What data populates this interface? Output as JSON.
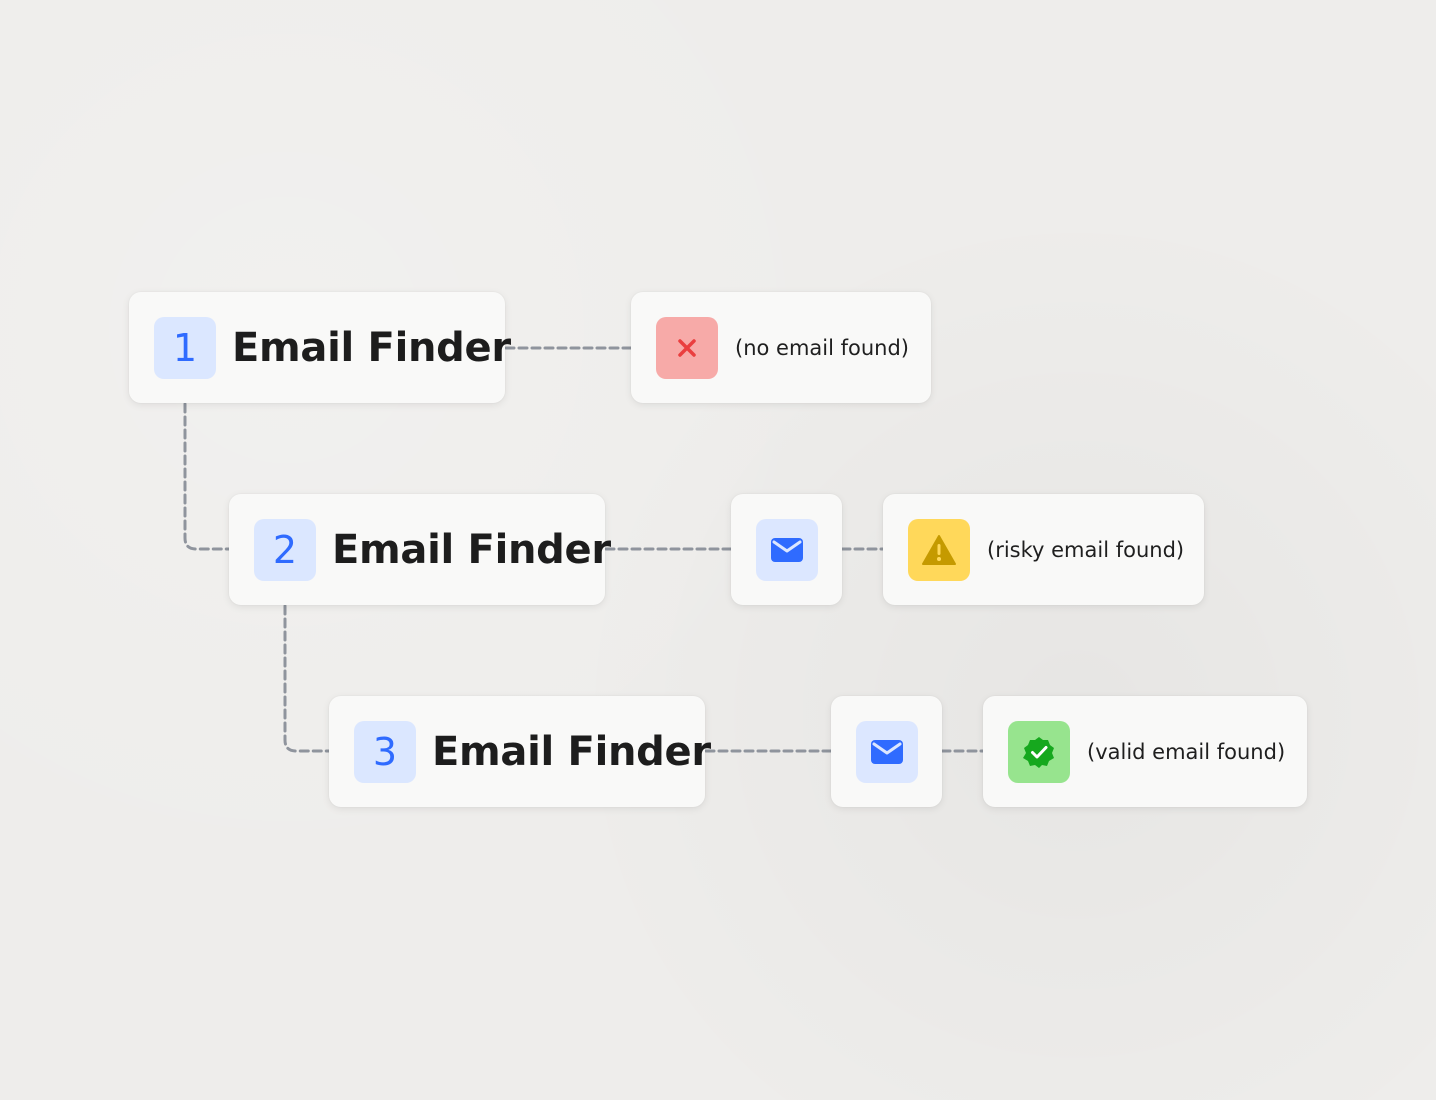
{
  "steps": [
    {
      "number": "1",
      "title": "Email Finder"
    },
    {
      "number": "2",
      "title": "Email Finder"
    },
    {
      "number": "3",
      "title": "Email Finder"
    }
  ],
  "results": [
    {
      "text": "(no email found)",
      "status": "none",
      "icon": "x-icon",
      "badge_color": "#f7aaa8",
      "icon_color": "#ea3f3f"
    },
    {
      "text": "(risky email found)",
      "status": "risky",
      "icon": "warning-icon",
      "badge_color": "#ffd85a",
      "icon_color": "#c59a00"
    },
    {
      "text": "(valid email found)",
      "status": "valid",
      "icon": "verified-check-icon",
      "badge_color": "#97e48e",
      "icon_color": "#16a81e"
    }
  ],
  "mail_icons": [
    {
      "icon": "envelope-icon",
      "badge_color": "#dce7ff",
      "icon_color": "#2f6bff"
    },
    {
      "icon": "envelope-icon",
      "badge_color": "#dce7ff",
      "icon_color": "#2f6bff"
    }
  ],
  "colors": {
    "background": "#eeedeb",
    "card": "#f9f9f8",
    "connector": "#8f949d",
    "text": "#1d1d1d",
    "number_badge": "#dbe7ff",
    "number_text": "#2f6bff"
  }
}
